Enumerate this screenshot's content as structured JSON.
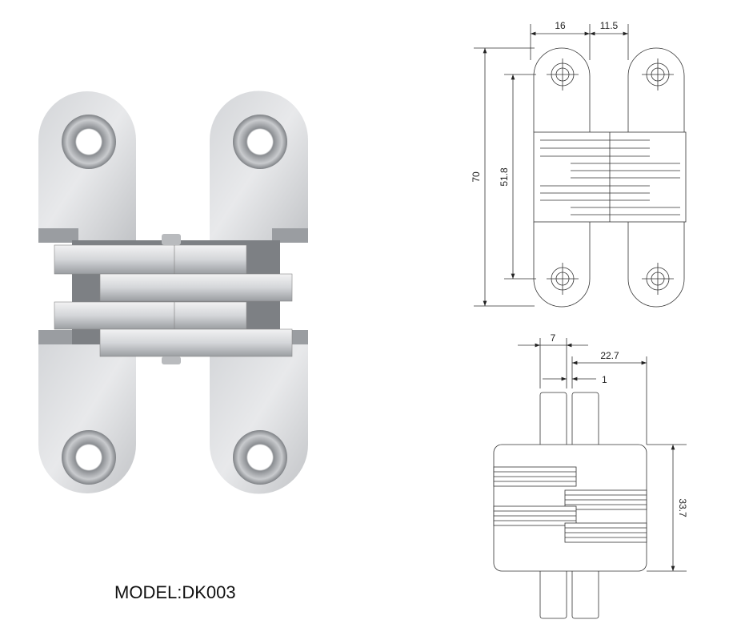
{
  "product": {
    "model_label": "MODEL:DK003"
  },
  "front_view": {
    "dims": {
      "plate_width": "16",
      "gap": "11.5",
      "overall_height": "70",
      "hole_spacing": "51.8"
    }
  },
  "side_view": {
    "dims": {
      "leaf_thickness": "7",
      "depth": "22.7",
      "leaf_gap": "1",
      "body_height": "33.7"
    }
  },
  "colors": {
    "metal_light": "#e6e7e9",
    "metal_mid": "#c4c6c9",
    "metal_dark": "#8d9094",
    "line": "#333333"
  }
}
